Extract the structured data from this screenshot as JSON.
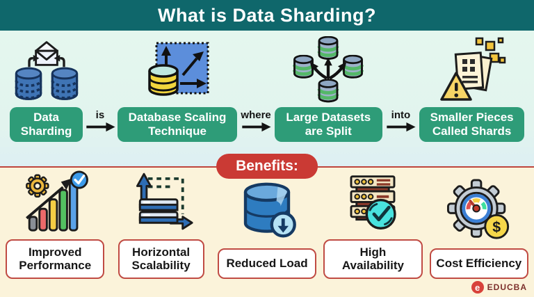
{
  "header": {
    "title": "What is Data Sharding?"
  },
  "flow": {
    "boxes": [
      {
        "label": "Data Sharding",
        "icon": "data-sharding-icon"
      },
      {
        "label": "Database Scaling Technique",
        "icon": "database-scaling-icon"
      },
      {
        "label": "Large Datasets are Split",
        "icon": "datasets-split-icon"
      },
      {
        "label": "Smaller Pieces Called Shards",
        "icon": "shards-icon"
      }
    ],
    "connectors": [
      {
        "label": "is"
      },
      {
        "label": "where"
      },
      {
        "label": "into"
      }
    ]
  },
  "benefits": {
    "title": "Benefits:",
    "items": [
      {
        "label": "Improved Performance",
        "icon": "performance-icon"
      },
      {
        "label": "Horizontal Scalability",
        "icon": "horizontal-scalability-icon"
      },
      {
        "label": "Reduced Load",
        "icon": "reduced-load-icon"
      },
      {
        "label": "High Availability",
        "icon": "high-availability-icon"
      },
      {
        "label": "Cost Efficiency",
        "icon": "cost-efficiency-icon"
      }
    ]
  },
  "brand": {
    "mark": "e",
    "name": "EDUCBA"
  },
  "colors": {
    "header_teal": "#0f676b",
    "flow_bg_mint": "#e4f7ee",
    "flow_box_green": "#2e9c78",
    "benefits_bg_cream": "#fbf3da",
    "accent_red": "#ca3a34",
    "label_border_red": "#c04b43",
    "db_blue": "#3f74b5",
    "brand_red": "#d8423a"
  }
}
